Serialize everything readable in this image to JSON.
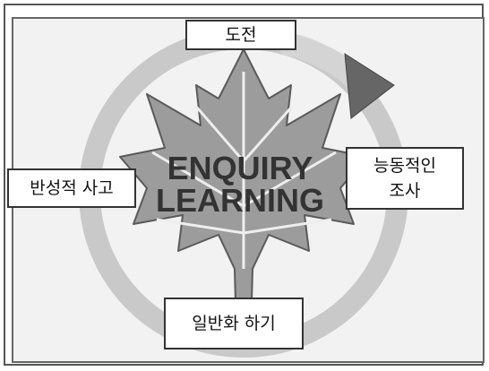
{
  "diagram": {
    "title_line1": "ENQUIRY",
    "title_line2": "LEARNING",
    "stages": {
      "top": "도전",
      "right_line1": "능동적인",
      "right_line2": "조사",
      "bottom": "일반화 하기",
      "left": "반성적 사고"
    }
  },
  "colors": {
    "background": "#f2f2f2",
    "cycle_ring": "#c8c8c8",
    "leaf": "#9a9a9a",
    "label_border": "#333333"
  }
}
